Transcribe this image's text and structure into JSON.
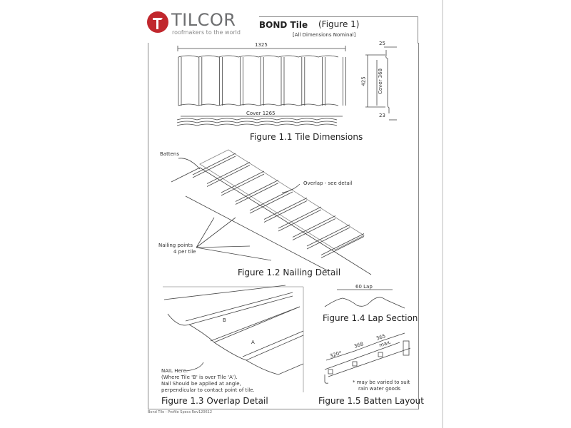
{
  "header": {
    "brand": "TILCOR",
    "tagline": "roofmakers to the world",
    "title": "BOND Tile",
    "figure": "(Figure 1)",
    "note": "[All Dimensions Nominal]"
  },
  "figure_1_1": {
    "caption": "Figure 1.1   Tile Dimensions",
    "width": "1325",
    "cover_width": "Cover 1265",
    "height": "425",
    "cover_height": "Cover 368",
    "top_dim": "25",
    "bottom_dim": "23"
  },
  "figure_1_2": {
    "caption": "Figure 1.2   Nailing Detail",
    "battens": "Battens",
    "overlap": "Overlap - see detail",
    "nailing_1": "Nailing points",
    "nailing_2": "4 per tile"
  },
  "figure_1_3": {
    "caption": "Figure 1.3   Overlap Detail",
    "label_b": "B",
    "label_a": "A",
    "note_1": "NAIL Here.",
    "note_2": "(Where Tile 'B' is over Tile 'A').",
    "note_3": "Nail Should be applied at angle,",
    "note_4": "perpendicular to contact point of tile."
  },
  "figure_1_4": {
    "caption": "Figure 1.4   Lap Section",
    "lap": "60 Lap"
  },
  "figure_1_5": {
    "caption": "Figure 1.5   Batten Layout",
    "dim_1": "320*",
    "dim_2": "368",
    "dim_3": "365",
    "dim_4": "max.",
    "note_1": "* may be varied to suit",
    "note_2": "rain water goods"
  },
  "footer": "Bond Tile - Profile Specs Rev120612"
}
